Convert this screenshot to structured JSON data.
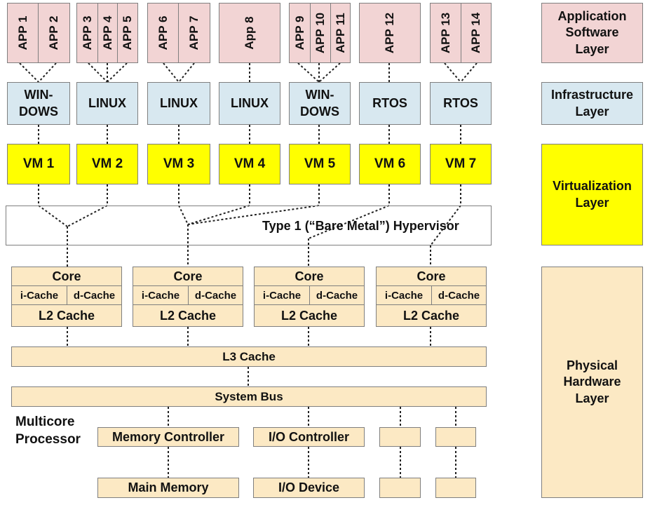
{
  "apps": [
    "APP 1",
    "APP 2",
    "APP 3",
    "APP 4",
    "APP 5",
    "APP 6",
    "APP 7",
    "App 8",
    "APP 9",
    "APP 10",
    "APP 11",
    "APP 12",
    "APP 13",
    "APP 14"
  ],
  "os": {
    "os1_l1": "WIN-",
    "os1_l2": "DOWS",
    "os2": "LINUX",
    "os3": "LINUX",
    "os4": "LINUX",
    "os5_l1": "WIN-",
    "os5_l2": "DOWS",
    "os6": "RTOS",
    "os7": "RTOS"
  },
  "vms": [
    "VM 1",
    "VM 2",
    "VM 3",
    "VM 4",
    "VM 5",
    "VM 6",
    "VM 7"
  ],
  "hypervisor": "Type 1 (“Bare Metal”) Hypervisor",
  "core": {
    "title": "Core",
    "icache": "i-Cache",
    "dcache": "d-Cache",
    "l2": "L2 Cache"
  },
  "l3": "L3 Cache",
  "system_bus": "System Bus",
  "processor_l1": "Multicore",
  "processor_l2": "Processor",
  "memory_controller": "Memory Controller",
  "io_controller": "I/O Controller",
  "main_memory": "Main Memory",
  "io_device": "I/O Device",
  "layers": {
    "app_l1": "Application",
    "app_l2": "Software",
    "app_l3": "Layer",
    "infra_l1": "Infrastructure",
    "infra_l2": "Layer",
    "virt_l1": "Virtualization",
    "virt_l2": "Layer",
    "phys_l1": "Physical",
    "phys_l2": "Hardware",
    "phys_l3": "Layer"
  },
  "colors": {
    "app": "#f2d4d4",
    "infrastructure": "#d8e8f0",
    "virtualization": "#ffff00",
    "hardware": "#fce9c4"
  }
}
